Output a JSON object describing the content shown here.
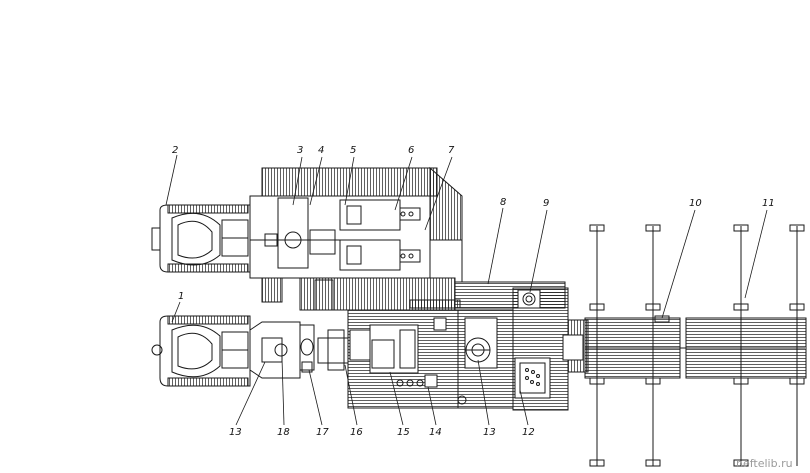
{
  "diagram": {
    "callouts": [
      {
        "id": "c1",
        "text": "1"
      },
      {
        "id": "c2",
        "text": "2"
      },
      {
        "id": "c3",
        "text": "3"
      },
      {
        "id": "c4",
        "text": "4"
      },
      {
        "id": "c5",
        "text": "5"
      },
      {
        "id": "c6",
        "text": "6"
      },
      {
        "id": "c7",
        "text": "7"
      },
      {
        "id": "c8",
        "text": "8"
      },
      {
        "id": "c9",
        "text": "9"
      },
      {
        "id": "c10",
        "text": "10"
      },
      {
        "id": "c11",
        "text": "11"
      },
      {
        "id": "c12",
        "text": "12"
      },
      {
        "id": "c13a",
        "text": "13"
      },
      {
        "id": "c13b",
        "text": "13"
      },
      {
        "id": "c14",
        "text": "14"
      },
      {
        "id": "c15",
        "text": "15"
      },
      {
        "id": "c16",
        "text": "16"
      },
      {
        "id": "c17",
        "text": "17"
      },
      {
        "id": "c18",
        "text": "18"
      }
    ],
    "watermark": "neftelib.ru"
  },
  "colors": {
    "ink": "#1a1a1a",
    "paper": "#ffffff",
    "watermark": "#9a9a9a"
  }
}
